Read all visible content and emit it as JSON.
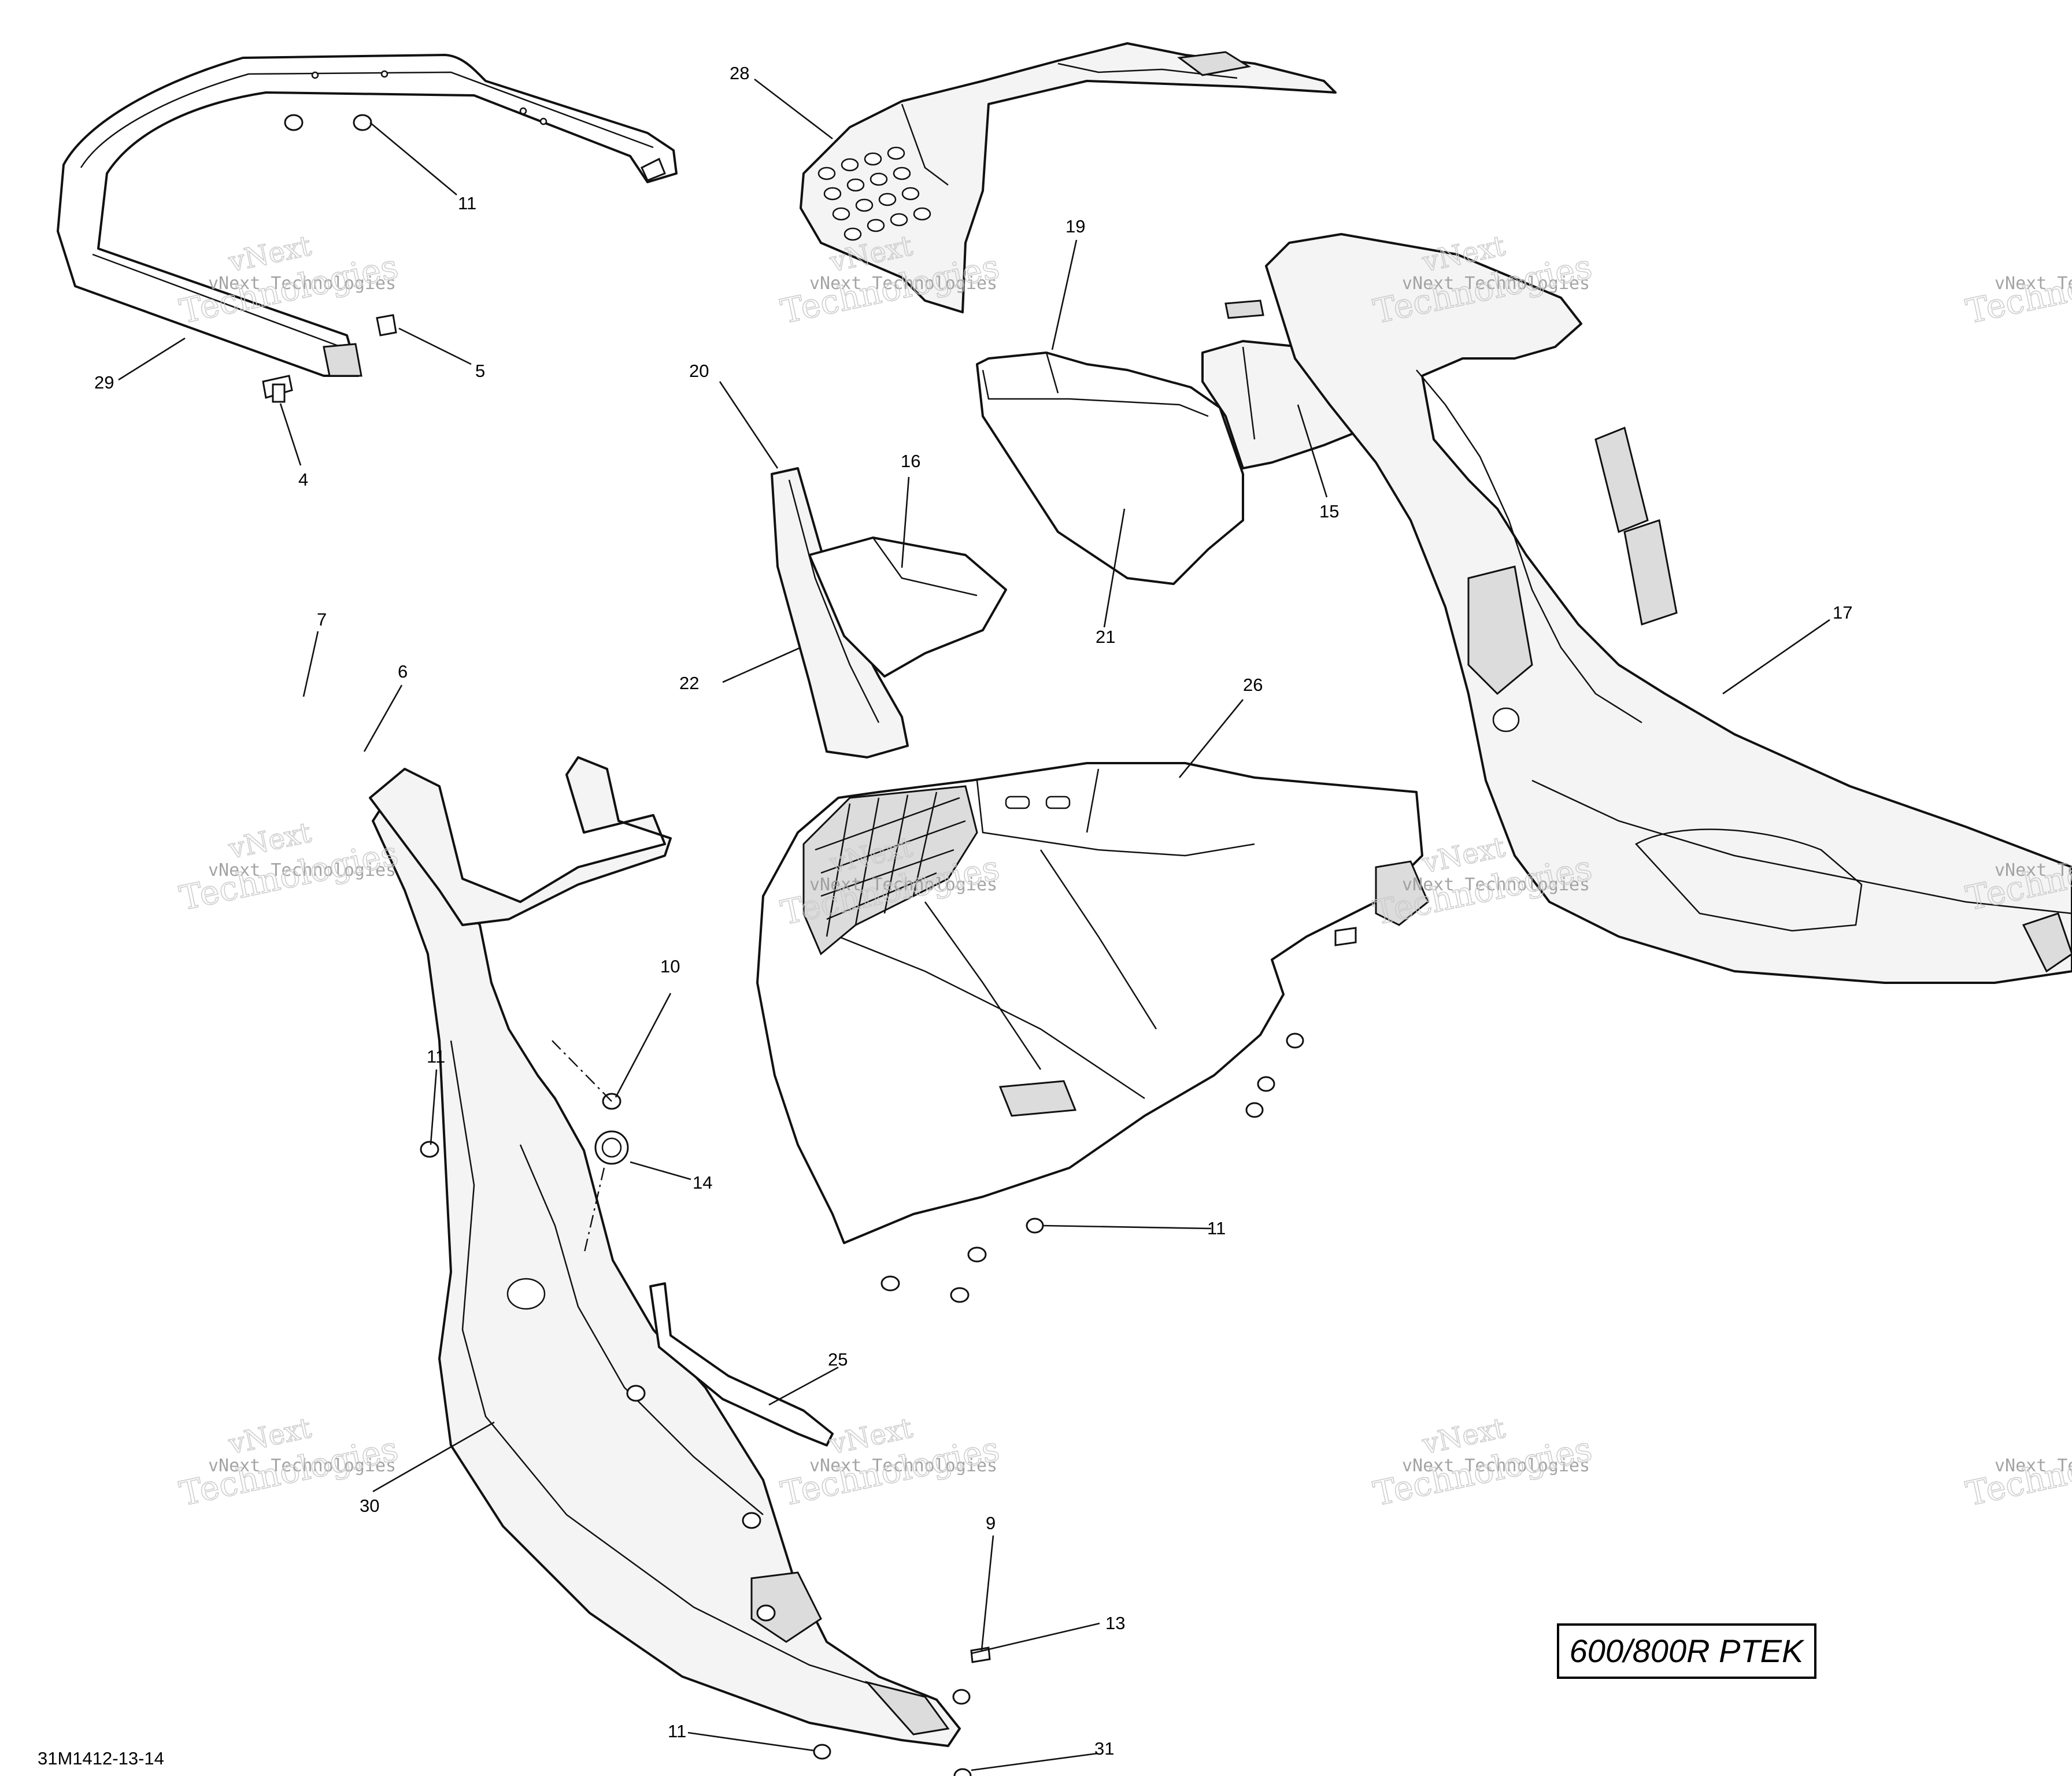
{
  "callouts": [
    {
      "label": "28"
    },
    {
      "label": "11"
    },
    {
      "label": "29"
    },
    {
      "label": "5"
    },
    {
      "label": "4"
    },
    {
      "label": "19"
    },
    {
      "label": "20"
    },
    {
      "label": "16"
    },
    {
      "label": "15"
    },
    {
      "label": "21"
    },
    {
      "label": "22"
    },
    {
      "label": "17"
    },
    {
      "label": "7"
    },
    {
      "label": "6"
    },
    {
      "label": "26"
    },
    {
      "label": "10"
    },
    {
      "label": "11"
    },
    {
      "label": "14"
    },
    {
      "label": "11"
    },
    {
      "label": "25"
    },
    {
      "label": "30"
    },
    {
      "label": "9"
    },
    {
      "label": "13"
    },
    {
      "label": "11"
    },
    {
      "label": "31"
    }
  ],
  "model_label": "600/800R PTEK",
  "diagram_ref": "31M1412-13-14",
  "watermark": {
    "line1": "vNext Technologies",
    "line2": "Technologies",
    "line3": "vNext"
  }
}
